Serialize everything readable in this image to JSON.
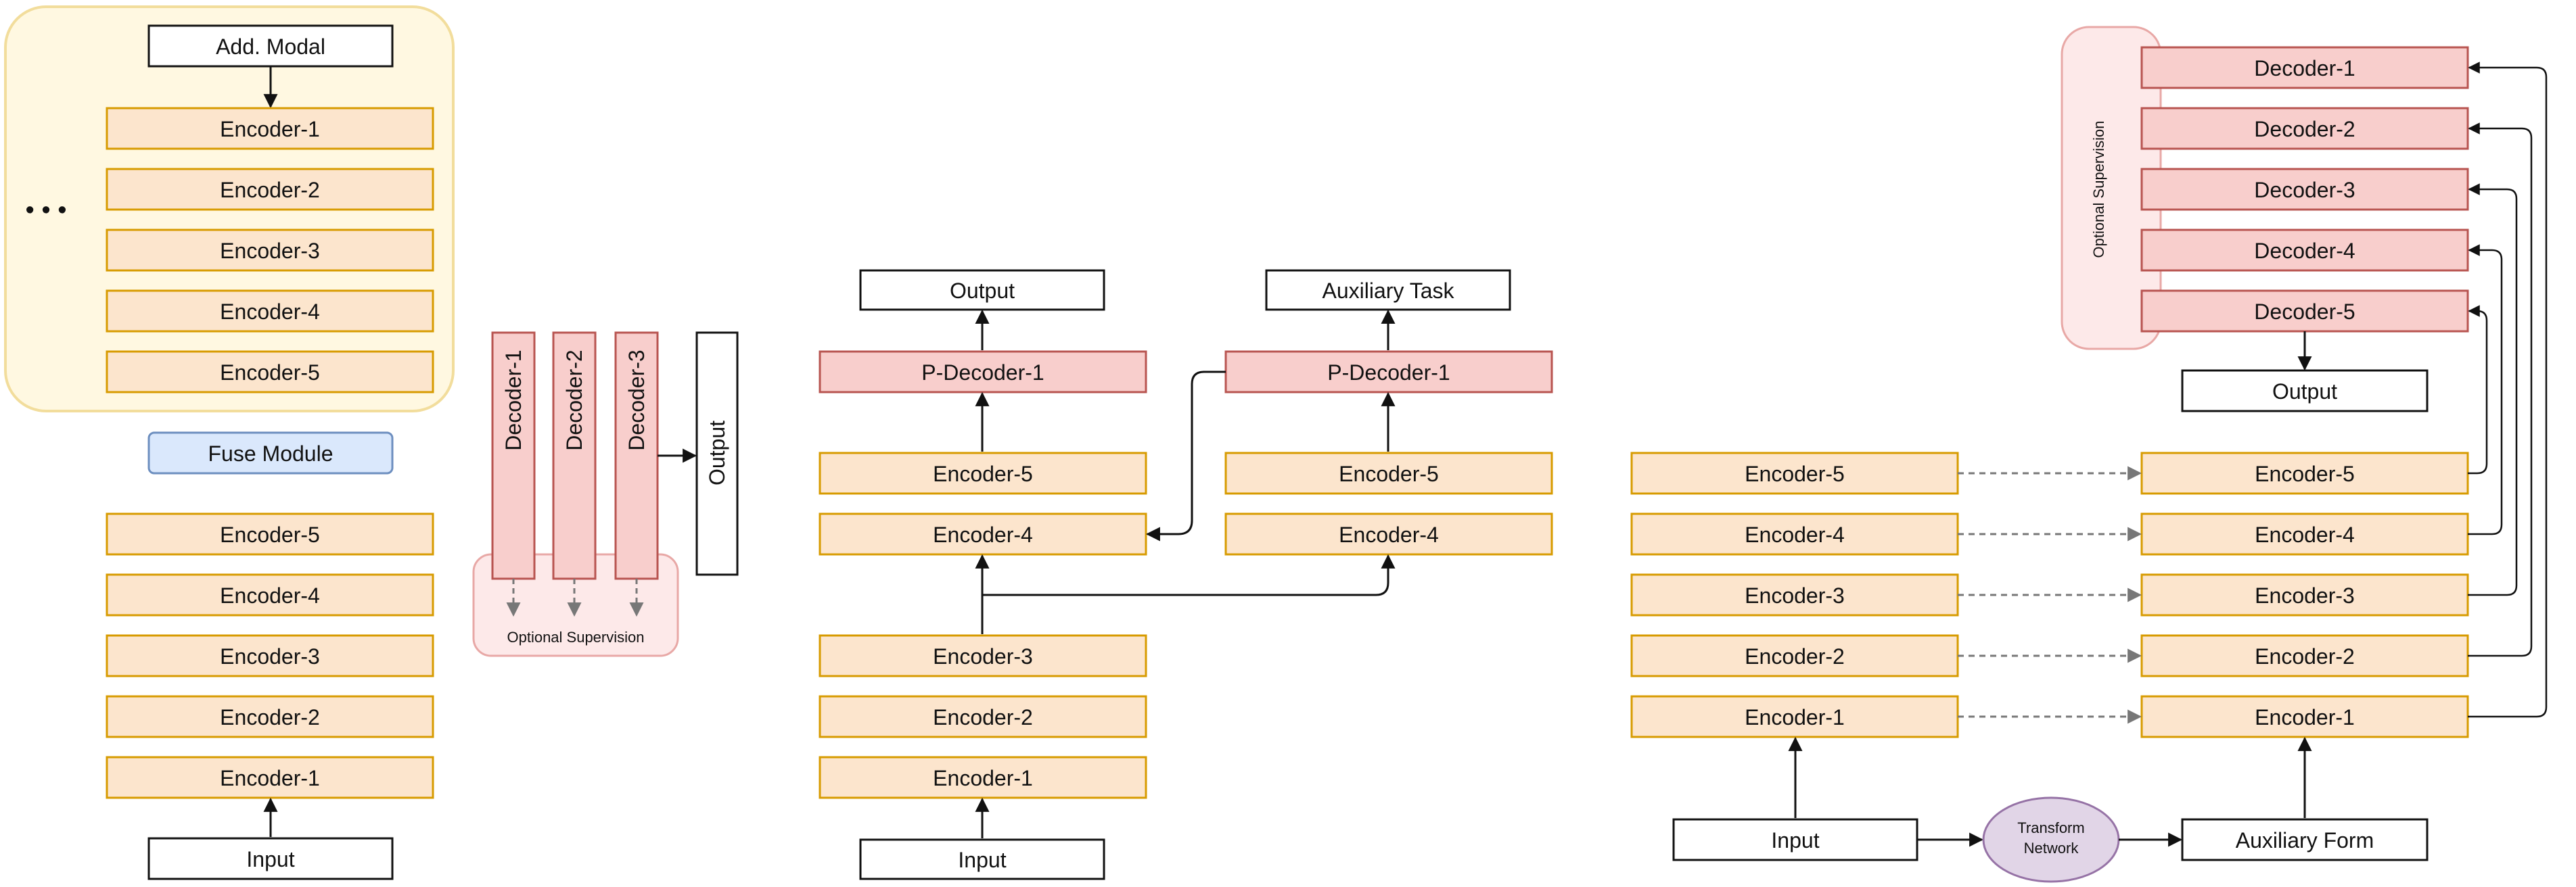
{
  "panel_a": {
    "add_modal": "Add. Modal",
    "ellipsis": "• • •",
    "upper_encoders": [
      "Encoder-1",
      "Encoder-2",
      "Encoder-3",
      "Encoder-4",
      "Encoder-5"
    ],
    "fuse_module": "Fuse Module",
    "lower_encoders": [
      "Encoder-5",
      "Encoder-4",
      "Encoder-3",
      "Encoder-2",
      "Encoder-1"
    ],
    "input": "Input"
  },
  "panel_b": {
    "decoders": [
      "Decoder-1",
      "Decoder-2",
      "Decoder-3"
    ],
    "output": "Output",
    "optional_supervision": "Optional Supervision"
  },
  "panel_c": {
    "output": "Output",
    "auxiliary_task": "Auxiliary Task",
    "p_decoder_main": "P-Decoder-1",
    "p_decoder_aux": "P-Decoder-1",
    "main_encoders": [
      "Encoder-5",
      "Encoder-4",
      "Encoder-3",
      "Encoder-2",
      "Encoder-1"
    ],
    "aux_encoders": [
      "Encoder-5",
      "Encoder-4"
    ],
    "input": "Input"
  },
  "panel_d": {
    "decoders": [
      "Decoder-1",
      "Decoder-2",
      "Decoder-3",
      "Decoder-4",
      "Decoder-5"
    ],
    "optional_supervision": "Optional Supervision",
    "output": "Output",
    "left_encoders": [
      "Encoder-5",
      "Encoder-4",
      "Encoder-3",
      "Encoder-2",
      "Encoder-1"
    ],
    "right_encoders": [
      "Encoder-5",
      "Encoder-4",
      "Encoder-3",
      "Encoder-2",
      "Encoder-1"
    ],
    "input": "Input",
    "transform_network": [
      "Transform",
      "Network"
    ],
    "auxiliary_form": "Auxiliary Form"
  },
  "colors": {
    "encoder_fill": "#fce5cd",
    "encoder_stroke": "#d79b00",
    "decoder_fill": "#f8cecc",
    "decoder_stroke": "#b85450",
    "fuse_fill": "#dae8fc",
    "fuse_stroke": "#6c8ebf",
    "transform_fill": "#e1d5e7",
    "transform_stroke": "#9673a6",
    "group_fill": "#fff8e1",
    "group_stroke": "#f2dd9c",
    "supervision_fill": "#fde9e9",
    "supervision_stroke": "#e8a8a6"
  }
}
